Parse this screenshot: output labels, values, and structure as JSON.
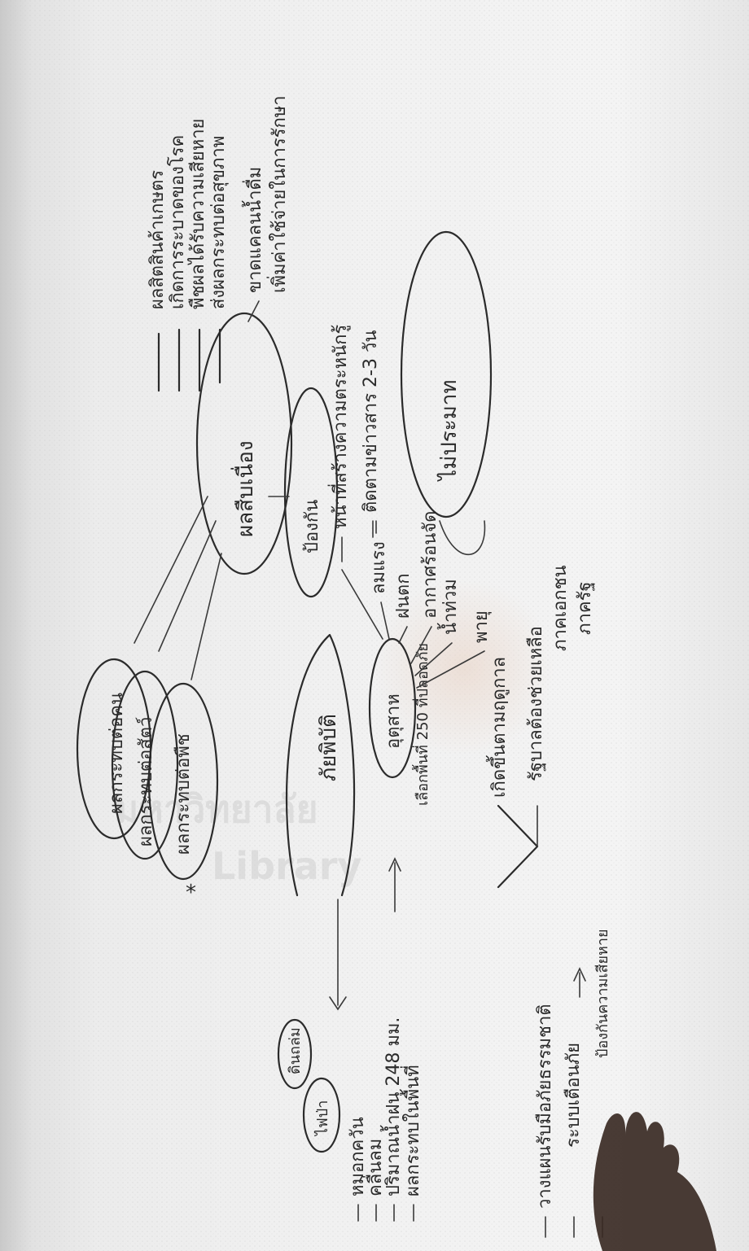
{
  "mindmap": {
    "center": "อุตุสาห",
    "top_node": "ผลสืบเนื่อง",
    "top_node_details": [
      "ผลสิตสินค้าเกษตร",
      "เกิดการระบาดของโรค",
      "พืชผลได้รับความเสียหาย",
      "ส่งผลกระทบต่อสุขภาพ",
      "ขาดแคลนน้ำดื่ม",
      "เพิ่มค่าใช้จ่ายในการรักษา"
    ],
    "left_cluster": [
      "ผลกระทบต่อคน",
      "ผลกระทบต่อสัตว์",
      "ผลกระทบต่อพืช"
    ],
    "middle_node": "ป้องกัน",
    "middle_details": [
      "หน้าที่สร้างความตระหนักรู้",
      "ติดตามข่าวสาร 2-3 วัน"
    ],
    "right_node": "ไม่ประมาท",
    "center_branches": [
      "ลมแรง",
      "ฝนตก",
      "อากาศร้อนจัด",
      "น้ำท่วม",
      "พายุ"
    ],
    "center_left_note": "เลือกพื้นที่ 250 ที่ปลอดภัย",
    "bottom_branch": "รัฐบาลต้องช่วยเหลือ",
    "bottom_labels": [
      "ภาคเอกชน",
      "ภาครัฐ"
    ],
    "sequence_branch": "เกิดขึ้นตามฤดูกาล",
    "lower_center": "ภัยพิบัติ",
    "lower_left_nodes": [
      "ดินถล่ม",
      "ไฟป่า"
    ],
    "lower_list": [
      "หมอกควัน",
      "คลื่นลม",
      "ปริมาณน้ำฝน 248 มม.",
      "ผลกระทบในพื้นที่"
    ],
    "bottom_notes": [
      "วางแผนรับมือภัยธรรมชาติ",
      "ระบบเตือนภัย",
      "ป้องกันความเสียหาย"
    ],
    "star": "*"
  },
  "watermark": {
    "line1": "มหาวิทยาลัย",
    "line2": "Library"
  }
}
